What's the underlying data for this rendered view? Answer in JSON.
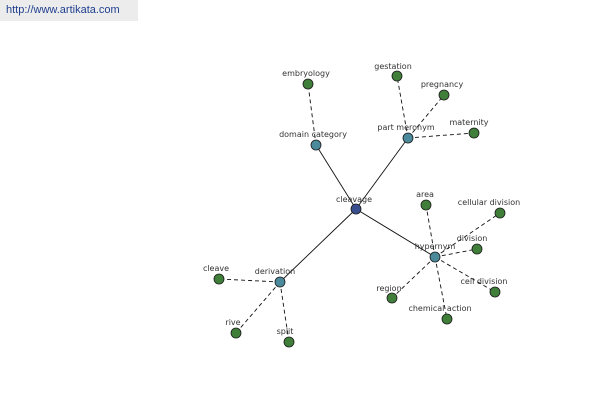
{
  "banner": {
    "url_text": "http://www.artikata.com"
  },
  "colors": {
    "center_node": "#3a4f8f",
    "relation_node": "#4a8a9a",
    "leaf_node": "#3f7f3a",
    "node_stroke": "#1a1a1a"
  },
  "graph": {
    "center": {
      "id": "cleavage",
      "label": "cleavage"
    },
    "relations": [
      {
        "id": "domain-category",
        "label": "domain category",
        "leaves": [
          {
            "id": "embryology",
            "label": "embryology"
          }
        ]
      },
      {
        "id": "part-meronym",
        "label": "part meronym",
        "leaves": [
          {
            "id": "gestation",
            "label": "gestation"
          },
          {
            "id": "pregnancy",
            "label": "pregnancy"
          },
          {
            "id": "maternity",
            "label": "maternity"
          }
        ]
      },
      {
        "id": "hypernym",
        "label": "hypernym",
        "leaves": [
          {
            "id": "area",
            "label": "area"
          },
          {
            "id": "cellular-division",
            "label": "cellular division"
          },
          {
            "id": "division",
            "label": "division"
          },
          {
            "id": "cell-division",
            "label": "cell division"
          },
          {
            "id": "chemical-action",
            "label": "chemical action"
          },
          {
            "id": "region",
            "label": "region"
          }
        ]
      },
      {
        "id": "derivation",
        "label": "derivation",
        "leaves": [
          {
            "id": "cleave",
            "label": "cleave"
          },
          {
            "id": "rive",
            "label": "rive"
          },
          {
            "id": "split",
            "label": "split"
          }
        ]
      }
    ]
  }
}
